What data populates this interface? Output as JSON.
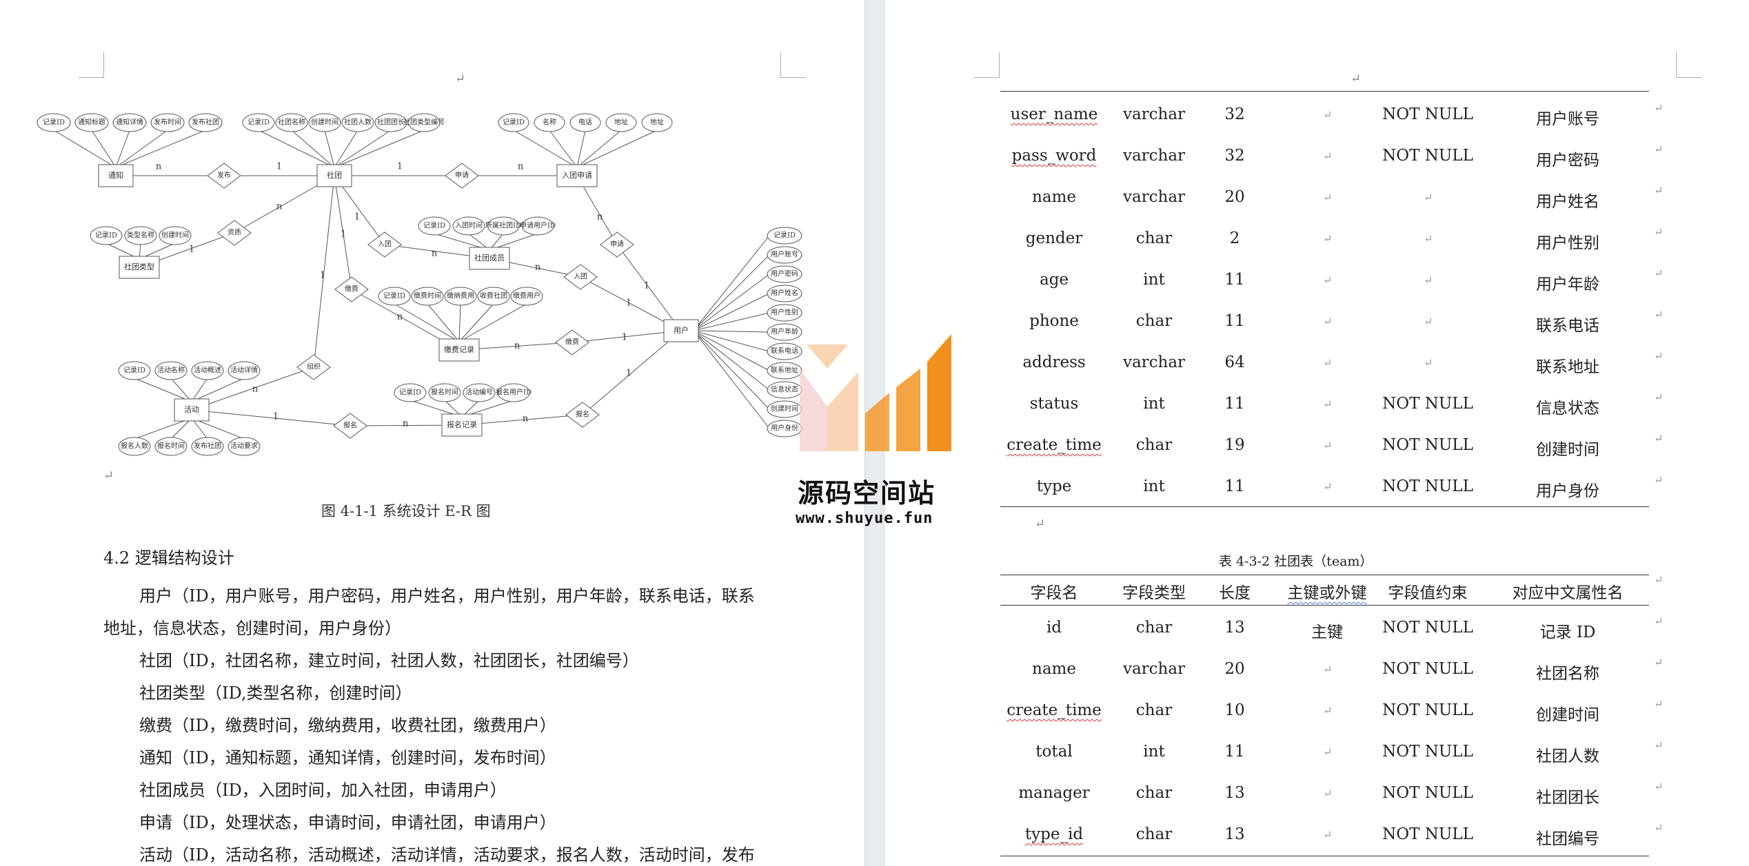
{
  "er_diagram": {
    "entities": [
      {
        "id": "tongzhi",
        "label": "通知"
      },
      {
        "id": "shetuan",
        "label": "社团"
      },
      {
        "id": "rushen",
        "label": "入团申请"
      },
      {
        "id": "leixing",
        "label": "社团类型"
      },
      {
        "id": "chengyuan",
        "label": "社团成员"
      },
      {
        "id": "jiaofei",
        "label": "缴费记录"
      },
      {
        "id": "yonghu",
        "label": "用户"
      },
      {
        "id": "huodong",
        "label": "活动"
      },
      {
        "id": "baoming",
        "label": "报名记录"
      }
    ],
    "relations": [
      {
        "id": "fabu",
        "label": "发布"
      },
      {
        "id": "shenqing1",
        "label": "申请"
      },
      {
        "id": "shuyu",
        "label": "资质"
      },
      {
        "id": "rutuan1",
        "label": "入团"
      },
      {
        "id": "shenqing2",
        "label": "申请"
      },
      {
        "id": "rutuan2",
        "label": "入团"
      },
      {
        "id": "jiaofei_r",
        "label": "缴费"
      },
      {
        "id": "jiaofei_r2",
        "label": "缴费"
      },
      {
        "id": "zuzhi",
        "label": "组织"
      },
      {
        "id": "baoming_r",
        "label": "报名"
      },
      {
        "id": "baoming_r2",
        "label": "报名"
      }
    ],
    "attributes": {
      "tongzhi": [
        "记录ID",
        "通知标题",
        "通知详情",
        "发布时间",
        "发布社团"
      ],
      "shetuan": [
        "记录ID",
        "社团名称",
        "创建时间",
        "社团人数",
        "社团团长",
        "社团类型编号"
      ],
      "rushen": [
        "记录ID",
        "名称",
        "电话",
        "地址",
        "地址"
      ],
      "leixing": [
        "记录ID",
        "类型名称",
        "创建时间"
      ],
      "chengyuan": [
        "记录ID",
        "入团时间",
        "所属社团ID",
        "申请用户ID"
      ],
      "jiaofei": [
        "记录ID",
        "缴费时间",
        "缴纳费用",
        "收费社团",
        "缴费用户"
      ],
      "huodong_top": [
        "记录ID",
        "活动名称",
        "活动概述",
        "活动详情"
      ],
      "huodong_bottom": [
        "报名人数",
        "报名时间",
        "发布社团",
        "活动要求"
      ],
      "baoming": [
        "记录ID",
        "报名时间",
        "活动编号",
        "报名用户ID"
      ],
      "yonghu": [
        "记录ID",
        "用户账号",
        "用户密码",
        "用户姓名",
        "用户性别",
        "用户年龄",
        "联系电话",
        "联系地址",
        "信息状态",
        "创建时间",
        "用户身份"
      ]
    },
    "card": {
      "n": "n",
      "one": "1"
    }
  },
  "left": {
    "figure_caption": "图 4-1-1 系统设计 E-R 图",
    "heading": "4.2 逻辑结构设计",
    "paragraphs": [
      "用户（ID，用户账号，用户密码，用户姓名，用户性别，用户年龄，联系电话，联系",
      "地址，信息状态，创建时间，用户身份）",
      "社团（ID，社团名称，建立时间，社团人数，社团团长，社团编号）",
      "社团类型（ID,类型名称，创建时间）",
      "缴费（ID，缴费时间，缴纳费用，收费社团，缴费用户）",
      "通知（ID，通知标题，通知详情，创建时间，发布时间）",
      "社团成员（ID，入团时间，加入社团，申请用户）",
      "申请（ID，处理状态，申请时间，申请社团，申请用户）",
      "活动（ID，活动名称，活动概述，活动详情，活动要求，报名人数，活动时间，发布"
    ]
  },
  "right": {
    "table1_rows": [
      {
        "name": "user_name",
        "type": "varchar",
        "len": "32",
        "key": "",
        "constraint": "NOT NULL",
        "cn": "用户账号"
      },
      {
        "name": "pass_word",
        "type": "varchar",
        "len": "32",
        "key": "",
        "constraint": "NOT NULL",
        "cn": "用户密码"
      },
      {
        "name": "name",
        "type": "varchar",
        "len": "20",
        "key": "",
        "constraint": "",
        "cn": "用户姓名"
      },
      {
        "name": "gender",
        "type": "char",
        "len": "2",
        "key": "",
        "constraint": "",
        "cn": "用户性别"
      },
      {
        "name": "age",
        "type": "int",
        "len": "11",
        "key": "",
        "constraint": "",
        "cn": "用户年龄"
      },
      {
        "name": "phone",
        "type": "char",
        "len": "11",
        "key": "",
        "constraint": "",
        "cn": "联系电话"
      },
      {
        "name": "address",
        "type": "varchar",
        "len": "64",
        "key": "",
        "constraint": "",
        "cn": "联系地址"
      },
      {
        "name": "status",
        "type": "int",
        "len": "11",
        "key": "",
        "constraint": "NOT NULL",
        "cn": "信息状态"
      },
      {
        "name": "create_time",
        "type": "char",
        "len": "19",
        "key": "",
        "constraint": "NOT NULL",
        "cn": "创建时间"
      },
      {
        "name": "type",
        "type": "int",
        "len": "11",
        "key": "",
        "constraint": "NOT NULL",
        "cn": "用户身份"
      }
    ],
    "table2_caption": "表 4-3-2 社团表（team）",
    "table2_header": [
      "字段名",
      "字段类型",
      "长度",
      "主键或外键",
      "字段值约束",
      "对应中文属性名"
    ],
    "table2_rows": [
      {
        "name": "id",
        "type": "char",
        "len": "13",
        "key": "主键",
        "constraint": "NOT NULL",
        "cn": "记录 ID"
      },
      {
        "name": "name",
        "type": "varchar",
        "len": "20",
        "key": "",
        "constraint": "NOT NULL",
        "cn": "社团名称"
      },
      {
        "name": "create_time",
        "type": "char",
        "len": "10",
        "key": "",
        "constraint": "NOT NULL",
        "cn": "创建时间"
      },
      {
        "name": "total",
        "type": "int",
        "len": "11",
        "key": "",
        "constraint": "NOT NULL",
        "cn": "社团人数"
      },
      {
        "name": "manager",
        "type": "char",
        "len": "13",
        "key": "",
        "constraint": "NOT NULL",
        "cn": "社团团长"
      },
      {
        "name": "type_id",
        "type": "char",
        "len": "13",
        "key": "",
        "constraint": "NOT NULL",
        "cn": "社团编号"
      }
    ]
  },
  "watermark": {
    "title": "源码空间站",
    "url": "www.shuyue.fun",
    "colors": {
      "orange": "#f39a2c",
      "light": "#f7c79a",
      "pink": "#f4d0d0"
    }
  }
}
